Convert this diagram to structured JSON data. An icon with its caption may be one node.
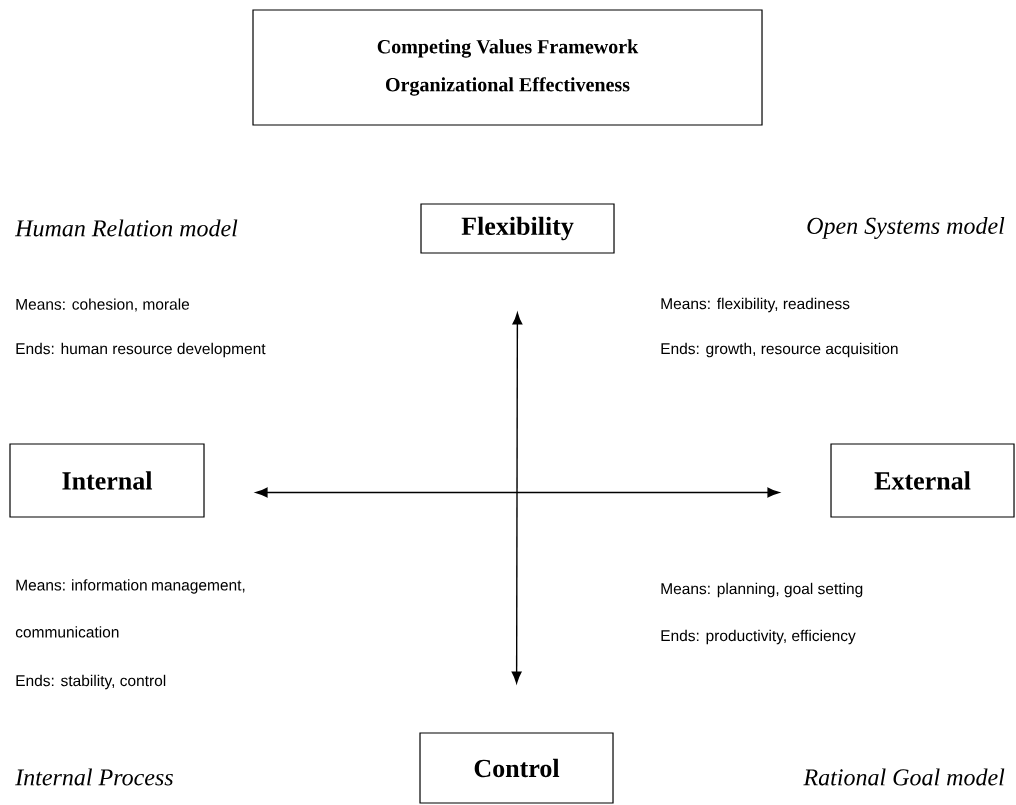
{
  "diagram": {
    "nodes": [
      {
        "text": [
          "Competing Values Framework",
          "Organizational Effectiveness"
        ]
      },
      {
        "text": [
          "Flexibility"
        ]
      },
      {
        "text": [
          "Control"
        ]
      },
      {
        "text": [
          "Internal"
        ]
      },
      {
        "text": [
          "External"
        ]
      }
    ],
    "edges": [
      {
        "from": 1,
        "to": 2,
        "arrow": "both"
      },
      {
        "from": 3,
        "to": 4,
        "arrow": "both"
      }
    ],
    "labels": [
      "Human Relation model",
      "Open Systems model",
      "Means: cohesion, morale",
      "Means: flexibility, readiness",
      "Ends: human resource development",
      "Ends: growth, resource acquisition",
      "Means: information management, communication",
      "Means: planning, goal setting",
      "Ends: productivity, efficiency",
      "Ends: stability, control",
      "Internal Process",
      "Rational Goal model"
    ]
  }
}
